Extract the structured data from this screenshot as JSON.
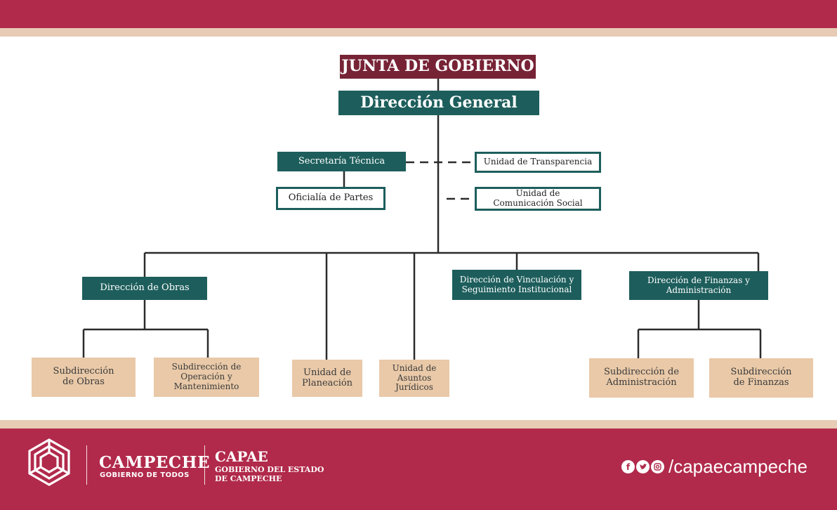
{
  "chart": {
    "board": "JUNTA DE GOBIERNO",
    "general": "Dirección General",
    "staff_left": {
      "technical": "Secretaría Técnica",
      "office": "Oficialía de Partes"
    },
    "staff_right": {
      "transparency": "Unidad de Transparencia",
      "communication": "Unidad de Comunicación Social"
    },
    "directorates": {
      "works": "Dirección de Obras",
      "liaison": "Dirección de Vinculación y Seguimiento Institucional",
      "finance": "Dirección de Finanzas y Administración"
    },
    "units": {
      "sub_works": "Subdirección de Obras",
      "sub_operation": "Subdirección de Operación y Mantenimiento",
      "planning": "Unidad de Planeación",
      "legal": "Unidad de Asuntos Jurídicos",
      "sub_admin": "Subdirección de Administración",
      "sub_finance": "Subdirección de Finanzas"
    }
  },
  "footer": {
    "brand": "CAMPECHE",
    "brand_tagline": "GOBIERNO DE TODOS",
    "agency": "CAPAE",
    "agency_line1": "GOBIERNO DEL ESTADO",
    "agency_line2": "DE CAMPECHE",
    "social_handle": "/capaecampeche",
    "social_icons": [
      "facebook-icon",
      "twitter-icon",
      "instagram-icon"
    ]
  },
  "colors": {
    "brand_red": "#b12a4b",
    "board_maroon": "#772336",
    "teal": "#1d5e5c",
    "beige": "#e9c9a8",
    "stripe": "#e7cbb4"
  }
}
